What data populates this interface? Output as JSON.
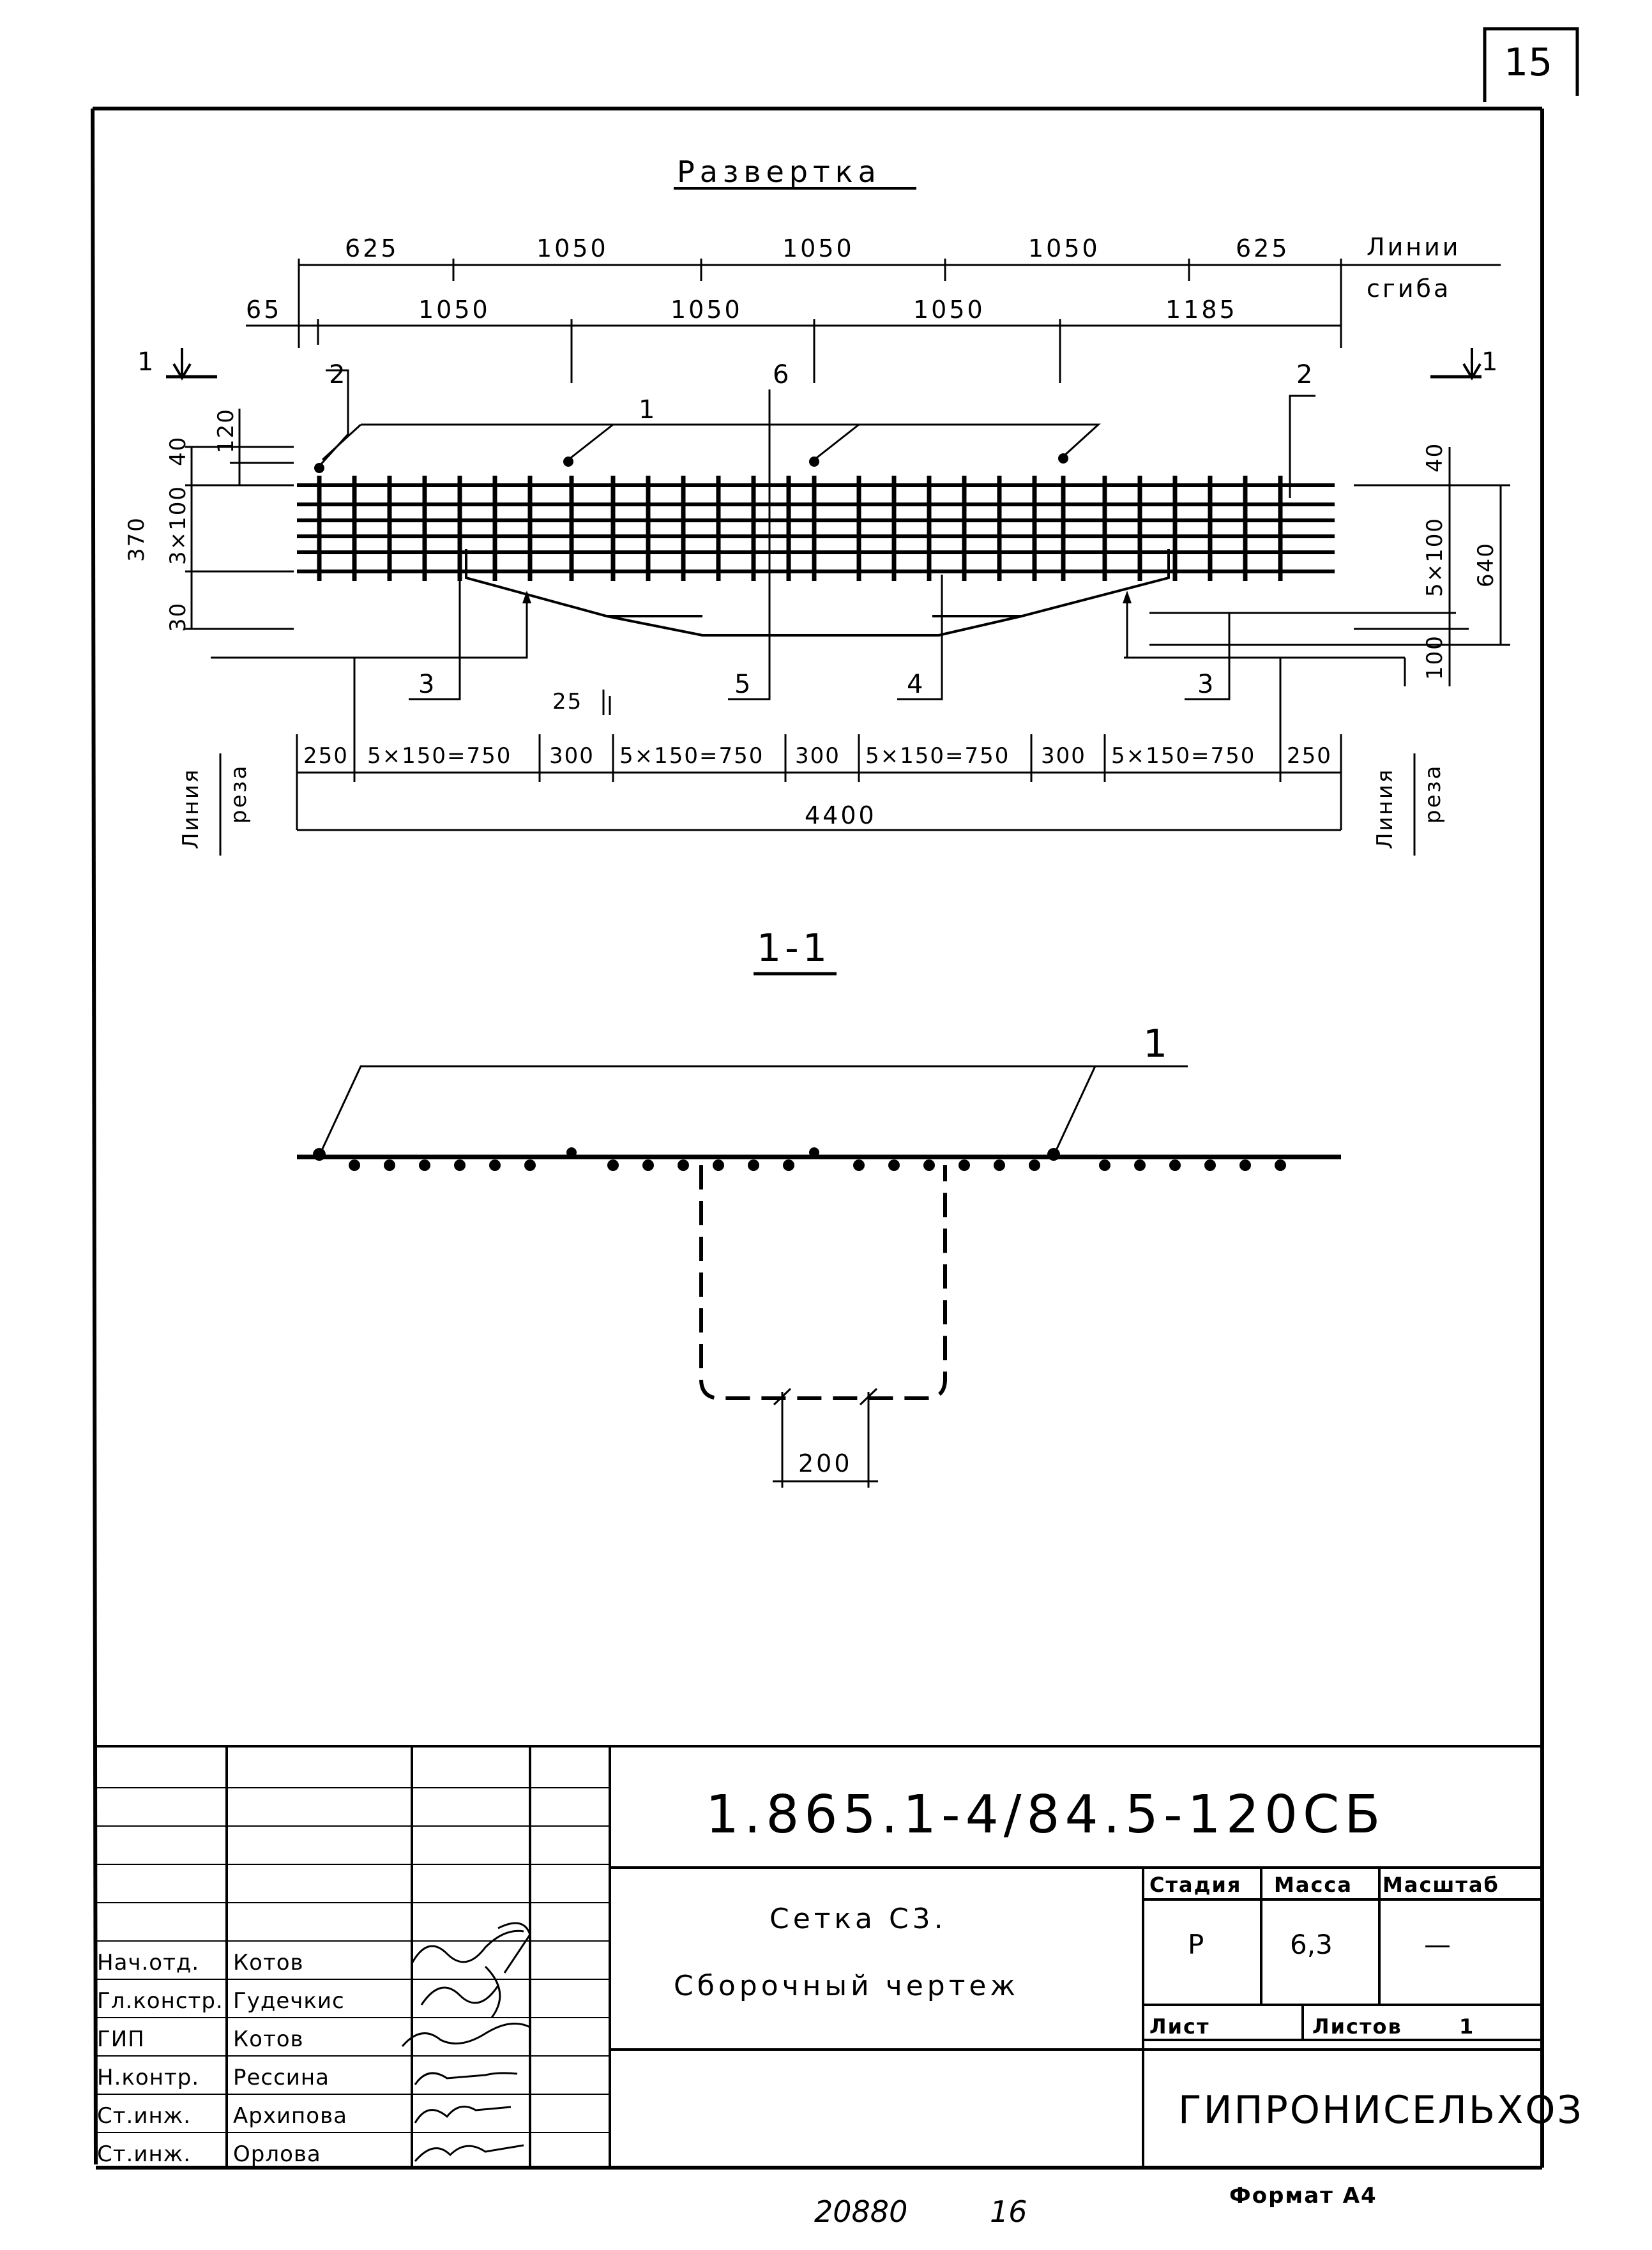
{
  "sheet_number": "15",
  "razvertka": {
    "title": "Развертка",
    "top_dims_1": [
      "625",
      "1050",
      "1050",
      "1050",
      "625"
    ],
    "top_dims_2": [
      "65",
      "1050",
      "1050",
      "1050",
      "1185"
    ],
    "bend_label": [
      "Линии",
      "сгиба"
    ],
    "left_dims": [
      "40",
      "120",
      "370",
      "3×100",
      "30"
    ],
    "right_dims": [
      "40",
      "5×100",
      "640",
      "100"
    ],
    "callouts_top": [
      "2",
      "1",
      "6",
      "2"
    ],
    "callouts_bottom": [
      "3",
      "25",
      "5",
      "4",
      "3"
    ],
    "bottom_dims": [
      "250",
      "5×150=750",
      "300",
      "5×150=750",
      "300",
      "5×150=750",
      "300",
      "5×150=750",
      "250"
    ],
    "total": "4400",
    "cut_label": [
      "Линия",
      "реза"
    ],
    "section_mark": "1"
  },
  "section": {
    "title": "1-1",
    "callout": "1",
    "dim": "200"
  },
  "title_block": {
    "code": "1.865.1-4/84.5-120СБ",
    "name_line1": "Сетка С3.",
    "name_line2": "Сборочный чертеж",
    "headers": [
      "Стадия",
      "Масса",
      "Масштаб"
    ],
    "values": [
      "Р",
      "6,3",
      "—"
    ],
    "sheet_label": "Лист",
    "sheets_label": "Листов",
    "sheets_value": "1",
    "organization": "ГИПРОНИСЕЛЬХОЗ",
    "roles": [
      "Нач.отд.",
      "Гл.констр.",
      "ГИП",
      "Н.контр.",
      "Ст.инж.",
      "Ст.инж."
    ],
    "people": [
      "Котов",
      "Гудечкис",
      "Котов",
      "Рессина",
      "Архипова",
      "Орлова"
    ]
  },
  "format": "Формат А4",
  "footer": {
    "number": "20880",
    "page": "16"
  }
}
